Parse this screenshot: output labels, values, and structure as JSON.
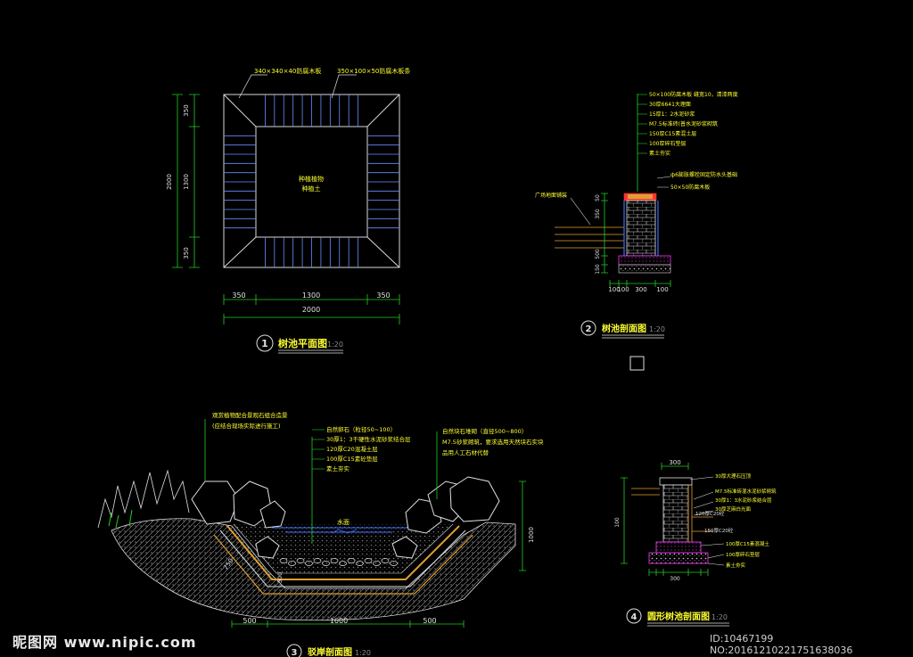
{
  "plan": {
    "label_grate": "340×340×40防腐木板",
    "label_board": "350×100×50防腐木板条",
    "center_line1": "种植植物",
    "center_line2": "种植土",
    "dim_left_top": "350",
    "dim_left_mid": "1300",
    "dim_left_bot": "350",
    "dim_left_total": "2000",
    "dim_bot_left": "350",
    "dim_bot_mid": "1300",
    "dim_bot_right": "350",
    "dim_bot_total": "2000",
    "title_num": "1",
    "title_text": "树池平面图",
    "title_scale": "1:20"
  },
  "section2": {
    "notes": [
      "50×100防腐木板 缝宽10，清漆两度",
      "30厚6641大理面",
      "15厚1：2水泥砂浆",
      "M7.5标准砖(普水泥砂浆砌筑",
      "150厚C15素混土层",
      "100厚碎石垫层",
      "素土夯实"
    ],
    "note_bolt": "ф6膨胀螺栓固定防水头基础",
    "note_board": "50×50防腐木板",
    "note_ground": "广场地面铺装",
    "dim_v1": "50",
    "dim_v2": "350",
    "dim_v3": "500",
    "dim_v4": "150",
    "dim_h1": "100",
    "dim_h2": "100",
    "dim_h3": "300",
    "dim_h4": "100",
    "title_num": "2",
    "title_text": "树池剖面图",
    "title_scale": "1:20"
  },
  "section3": {
    "note_plants_1": "观赏植物配合景观石组合造景",
    "note_plants_2": "(应结合现场实际进行施工)",
    "notes_mid": [
      "自然卵石（粒径50~100）",
      "30厚1：3干硬性水泥砂浆结合层",
      "120厚C20混凝土层",
      "100厚C15素砼垫层",
      "素土夯实"
    ],
    "note_right_1": "自然块石堆砌（直径500~800）",
    "note_right_2": "M7.5砂浆砌筑，要求选用天然块石实块",
    "note_right_3": "品用人工石材代替",
    "water_label": "水面",
    "dim_slope": "750",
    "dim_depth": "1000",
    "dim_base": "300",
    "dim_b1": "500",
    "dim_b2": "1600",
    "dim_b3": "500",
    "title_num": "3",
    "title_text": "驳岸剖面图",
    "title_scale": "1:20"
  },
  "section4": {
    "top_dim": "300",
    "notes": [
      "30厚大理石压顶",
      "M7.5标准砖混水泥砂浆砌筑",
      "30厚1：3水泥砂浆结合层",
      "30厚芝麻白光面"
    ],
    "note_wall_a": "120厚C20砼",
    "note_wall_b": "150厚C20砼",
    "note_base1": "100厚C15素混凝土",
    "note_base2": "100厚碎石垫层",
    "note_base3": "素土夯实",
    "dim_left": "100",
    "dim_right": "300",
    "title_num": "4",
    "title_text": "圆形树池剖面图",
    "title_scale": "1:20"
  },
  "watermark_left": "昵图网 www.nipic.com",
  "watermark_right": "ID:10467199 NO:20161210221751638036",
  "colors": {
    "line_white": "#e0e0e0",
    "line_green": "#22cc22",
    "text_yellow": "#ffff33",
    "line_blue": "#3b6bff",
    "line_magenta": "#ff33ff",
    "line_red": "#ff3333",
    "line_cyan": "#33cccc",
    "line_orange": "#e0a030"
  }
}
